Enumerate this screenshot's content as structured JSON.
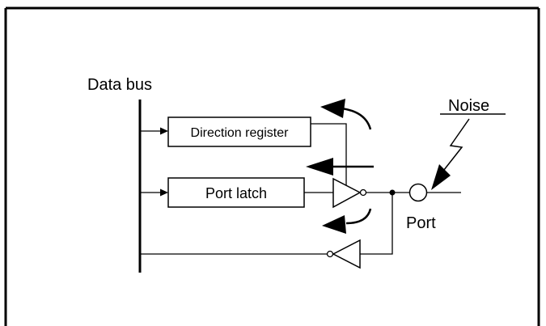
{
  "labels": {
    "data_bus": "Data bus",
    "direction_register": "Direction register",
    "port_latch": "Port latch",
    "port": "Port",
    "noise": "Noise"
  },
  "colors": {
    "line": "#000000",
    "background": "#ffffff"
  },
  "icons": {
    "noise_arrow": "lightning-arrow-icon",
    "port_terminal": "circle-terminal-icon",
    "output_buffer": "inverter-triangle-icon",
    "input_buffer": "inverter-triangle-icon"
  }
}
